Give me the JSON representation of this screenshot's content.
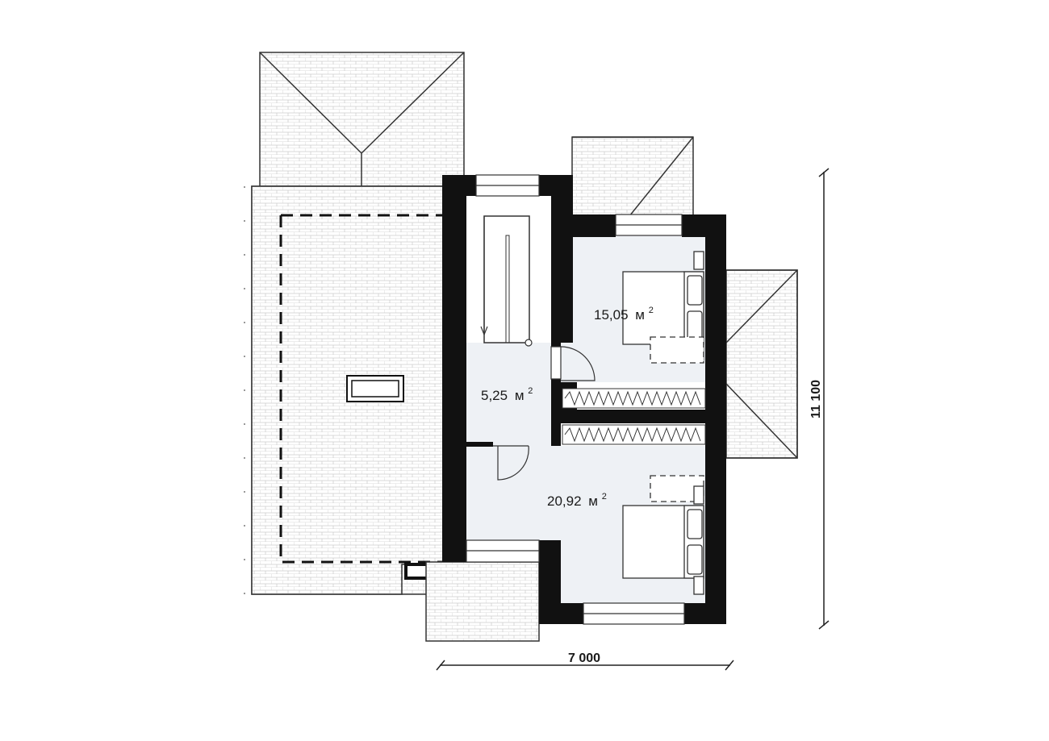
{
  "plan": {
    "rooms": [
      {
        "name": "stair-hall",
        "area": "5,25",
        "unit": "м",
        "sup": "2"
      },
      {
        "name": "bedroom-upper",
        "area": "15,05",
        "unit": "м",
        "sup": "2"
      },
      {
        "name": "bedroom-lower",
        "area": "20,92",
        "unit": "м",
        "sup": "2"
      }
    ],
    "dimensions": {
      "width": "7 000",
      "depth": "11 100"
    },
    "colors": {
      "wall": "#111111",
      "floor": "#eef1f5",
      "roof": "#ffffff",
      "roof_tile_line": "#c8c8c8",
      "outline": "#333333"
    }
  }
}
